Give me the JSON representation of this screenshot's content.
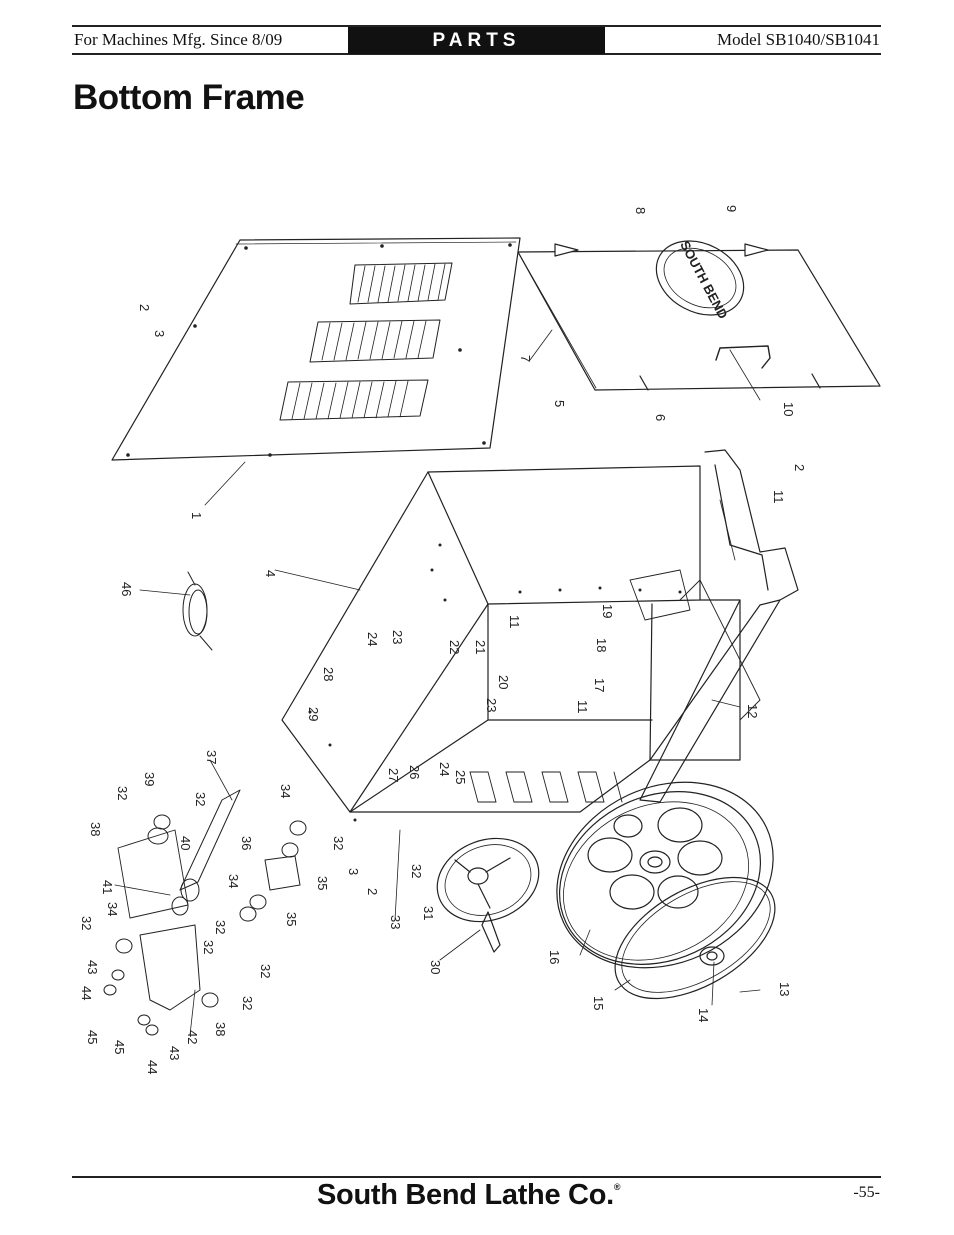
{
  "header": {
    "left": "For Machines Mfg. Since 8/09",
    "center": "PARTS",
    "right": "Model SB1040/SB1041"
  },
  "page_title": "Bottom Frame",
  "diagram": {
    "nameplate_text": "SOUTH BEND",
    "callouts": {
      "c1": "1",
      "c2a": "2",
      "c3a": "3",
      "c2b": "2",
      "c11a": "11",
      "c4": "4",
      "c46": "46",
      "c5": "5",
      "c6": "6",
      "c7": "7",
      "c8": "8",
      "c9": "9",
      "c10": "10",
      "c11b": "11",
      "c11c": "11",
      "c12": "12",
      "c13": "13",
      "c14": "14",
      "c15": "15",
      "c16": "16",
      "c17": "17",
      "c18": "18",
      "c19": "19",
      "c20": "20",
      "c21": "21",
      "c22": "22",
      "c23a": "23",
      "c23b": "23",
      "c24a": "24",
      "c24b": "24",
      "c25": "25",
      "c26": "26",
      "c27": "27",
      "c28": "28",
      "c29": "29",
      "c30": "30",
      "c31": "31",
      "c32a": "32",
      "c32b": "32",
      "c32c": "32",
      "c32d": "32",
      "c32e": "32",
      "c32f": "32",
      "c32g": "32",
      "c32h": "32",
      "c32i": "32",
      "c33": "33",
      "c3b": "3",
      "c2c": "2",
      "c34a": "34",
      "c34b": "34",
      "c34c": "34",
      "c35a": "35",
      "c35b": "35",
      "c36": "36",
      "c37": "37",
      "c38a": "38",
      "c38b": "38",
      "c39": "39",
      "c40": "40",
      "c41": "41",
      "c42": "42",
      "c43a": "43",
      "c43b": "43",
      "c44a": "44",
      "c44b": "44",
      "c45a": "45",
      "c45b": "45"
    }
  },
  "footer": {
    "brand": "South Bend Lathe Co.",
    "registered": "®",
    "page_number": "-55-"
  }
}
